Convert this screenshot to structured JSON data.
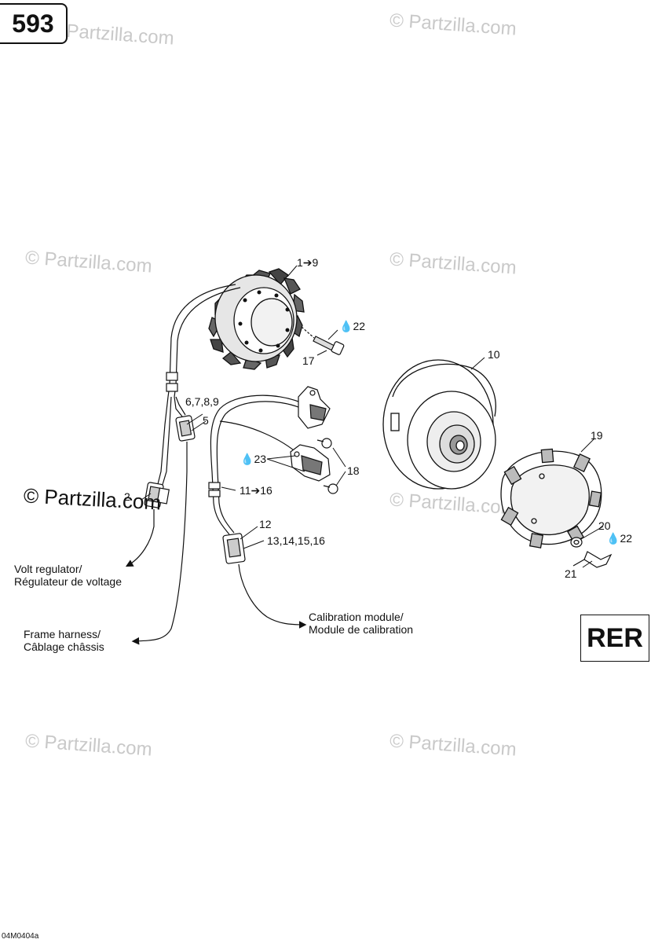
{
  "page_number": "593",
  "figure_code": "04M0404a",
  "model_code": "RER",
  "watermark": "© Partzilla.com",
  "callouts": {
    "c1": "1➔9",
    "c22a": "22",
    "c17": "17",
    "c10": "10",
    "c6789": "6,7,8,9",
    "c5": "5",
    "c23": "23",
    "c18": "18",
    "c19": "19",
    "c2": "2",
    "c11": "11➔16",
    "c12": "12",
    "c13": "13,14,15,16",
    "c20": "20",
    "c22b": "22",
    "c21": "21"
  },
  "notes": {
    "volt_regulator_en": "Volt regulator/",
    "volt_regulator_fr": "Régulateur de voltage",
    "frame_harness_en": "Frame harness/",
    "frame_harness_fr": "Câblage châssis",
    "calibration_en": "Calibration module/",
    "calibration_fr": "Module de calibration"
  },
  "icons": [
    "drop-icon",
    "arrow-right-icon"
  ]
}
